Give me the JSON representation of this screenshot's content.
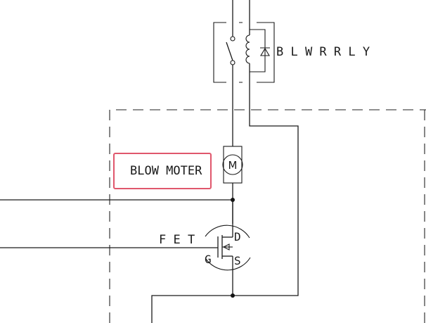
{
  "colors": {
    "wire": "#1a1a1a",
    "highlight": "#e0576c",
    "background": "#ffffff"
  },
  "labels": {
    "relay": "B L W R   R L Y",
    "motor": "BLOW MOTER",
    "motor_symbol": "M",
    "fet": "F E T",
    "drain": "D",
    "gate": "G",
    "source": "S"
  },
  "highlighted_component": "motor"
}
